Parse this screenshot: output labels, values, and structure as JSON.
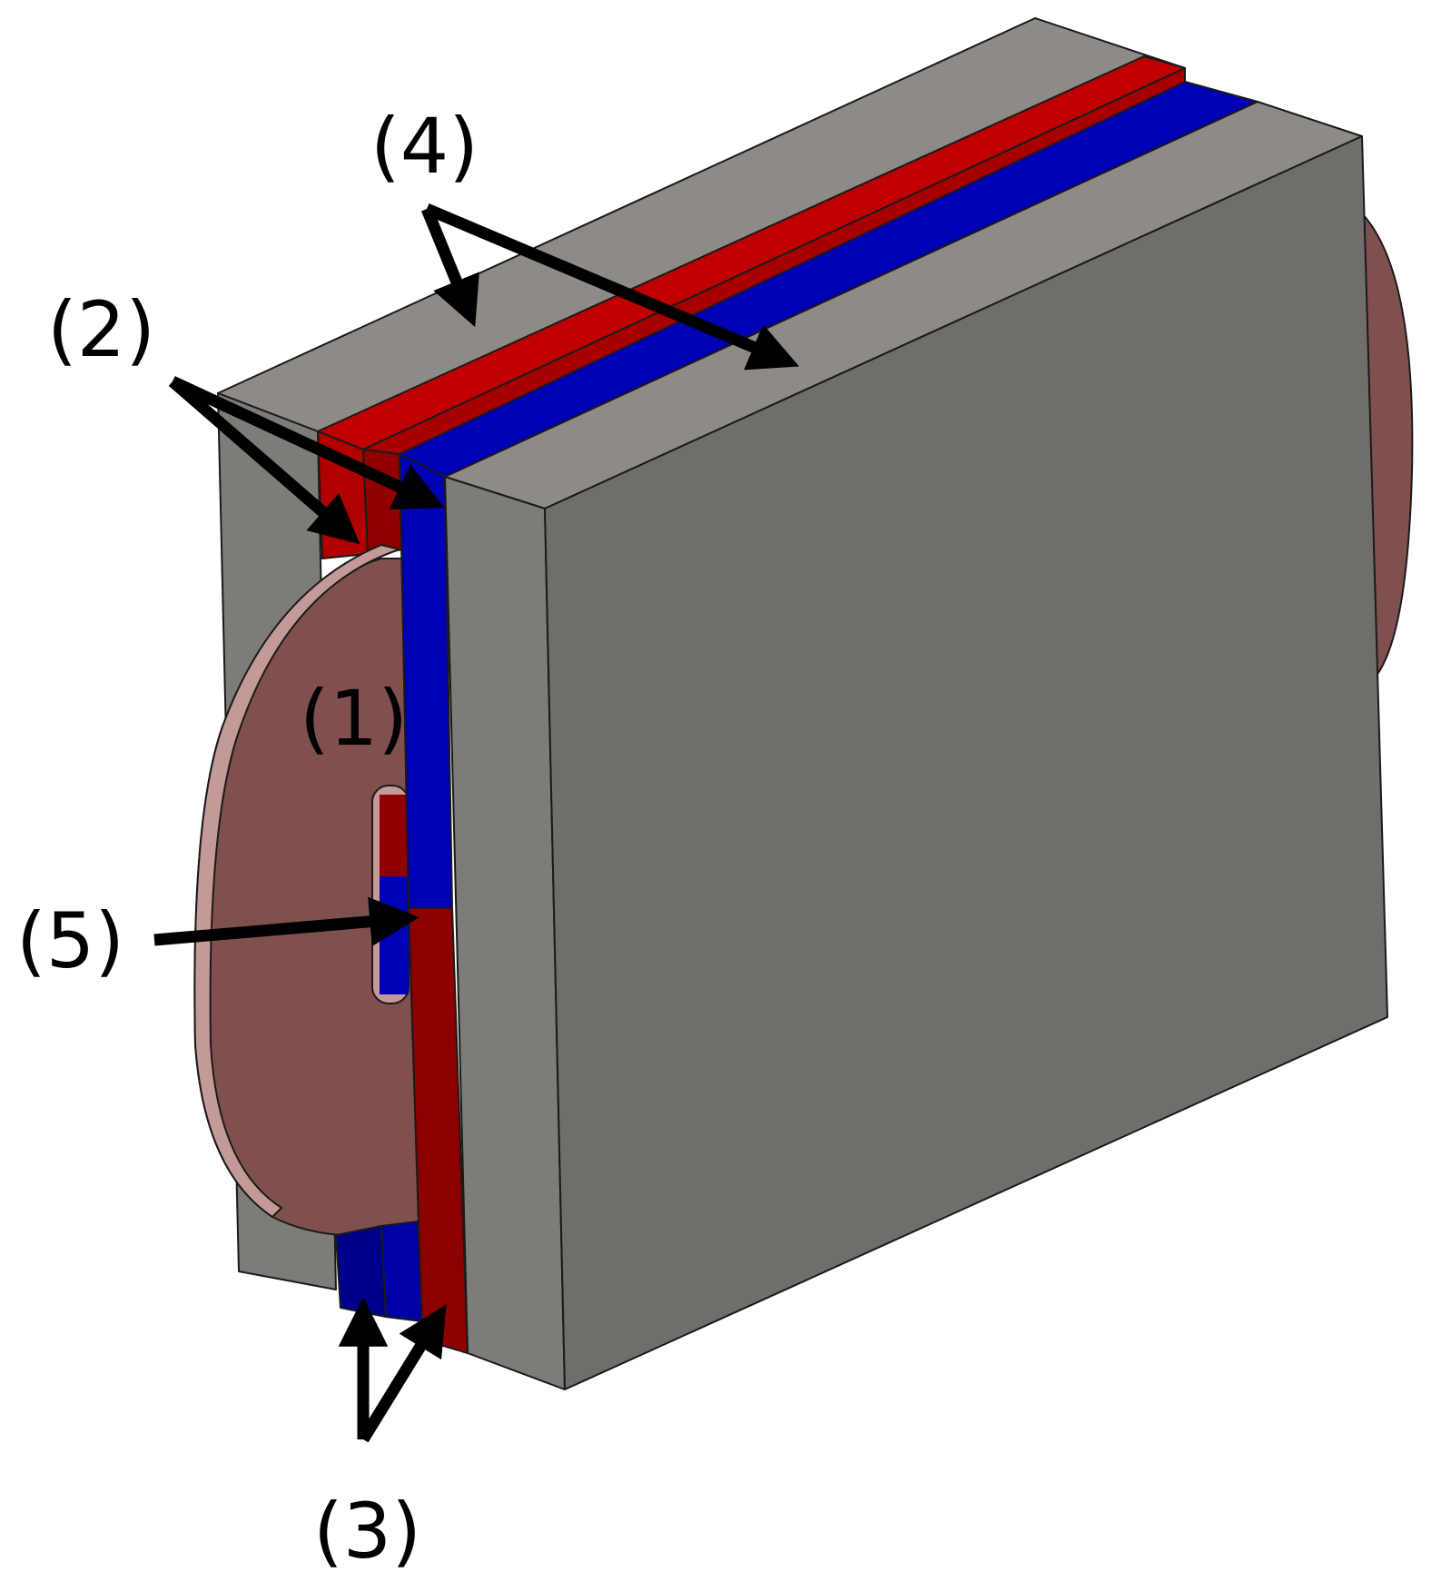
{
  "labels": {
    "l1": "(1)",
    "l2": "(2)",
    "l3": "(3)",
    "l4": "(4)",
    "l5": "(5)"
  },
  "colors": {
    "gray_front": "#6f6e6a",
    "gray_top": "#8e8b86",
    "gray_side": "#7e7c78",
    "red_light": "#c00000",
    "red_dark": "#8c0000",
    "blue": "#0000b4",
    "blue_dark": "#00008c",
    "disk": "#80504f",
    "disk_edge": "#c49a98"
  }
}
